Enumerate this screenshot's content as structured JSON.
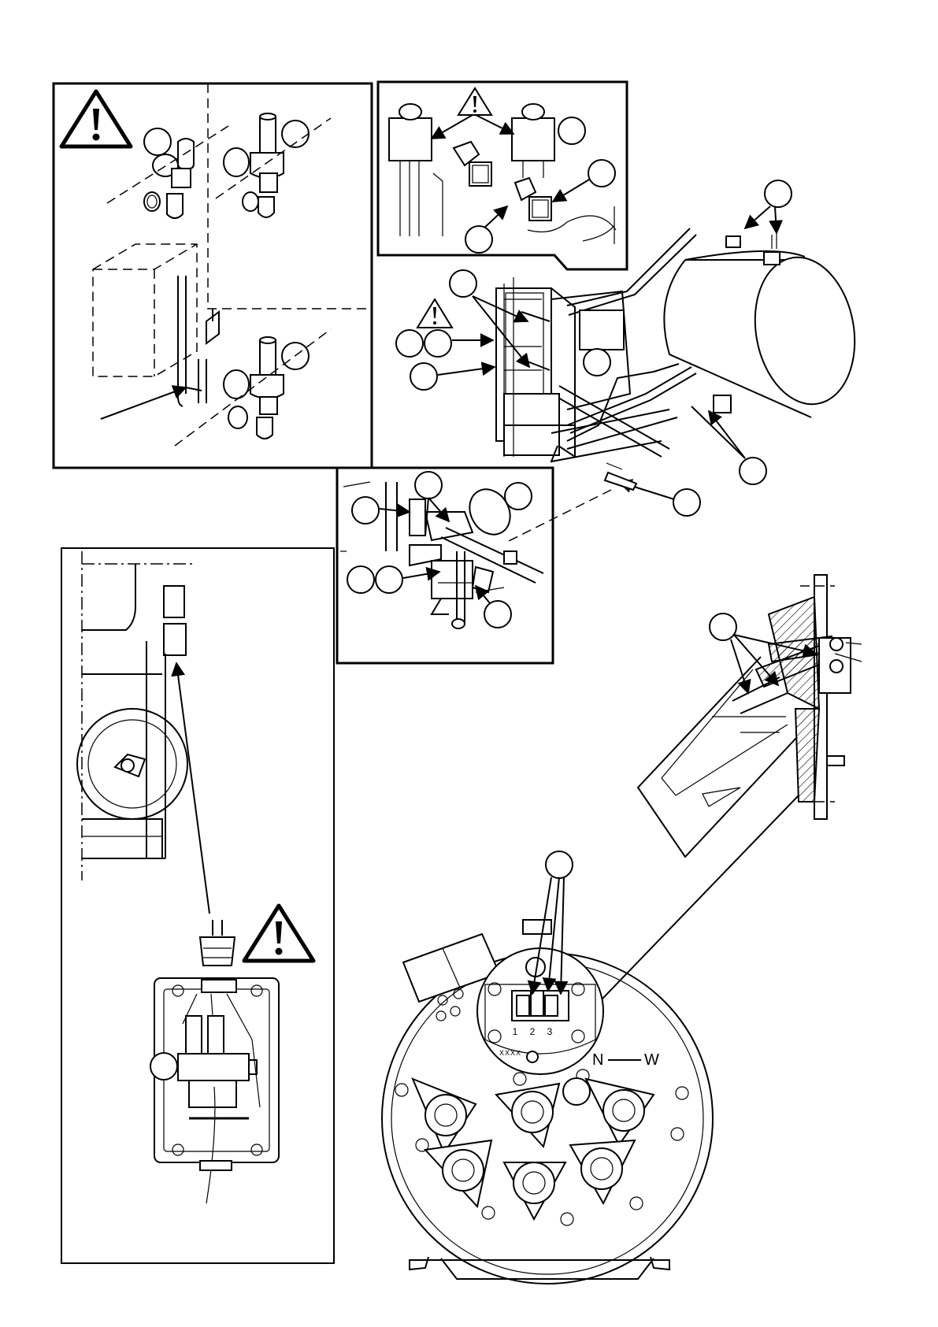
{
  "terminal_labels": [
    "1",
    "2",
    "3"
  ],
  "nameplate_text": "XXXX",
  "direction_label": {
    "left": "N",
    "right": "W"
  }
}
